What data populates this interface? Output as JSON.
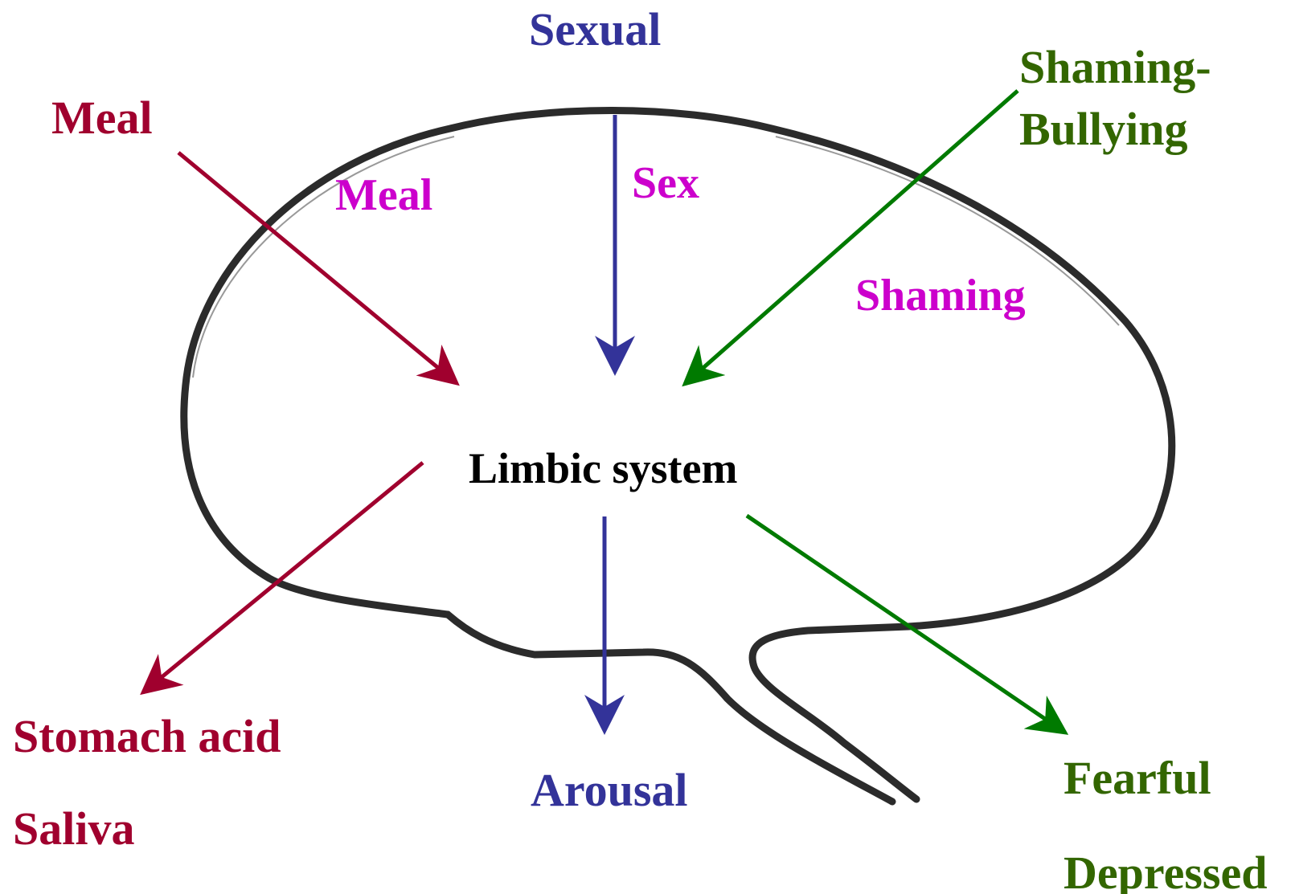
{
  "colors": {
    "meal_red": "#A0002E",
    "sexual_blue": "#333399",
    "shaming_green": "#007A00",
    "shaming_text_green": "#336600",
    "inner_magenta": "#CC00CC",
    "outline": "#2b2b2b",
    "center_text": "#000000"
  },
  "labels": {
    "sexual": "Sexual",
    "meal_outer": "Meal",
    "shaming_line1": "Shaming-",
    "shaming_line2": "Bullying",
    "meal_inner": "Meal",
    "sex_inner": "Sex",
    "shaming_inner": "Shaming",
    "center": "Limbic system",
    "stomach_acid": "Stomach acid",
    "saliva": "Saliva",
    "arousal": "Arousal",
    "fearful": "Fearful",
    "depressed": "Depressed"
  },
  "icons": {
    "brain_outline": "brain-outline-icon"
  }
}
